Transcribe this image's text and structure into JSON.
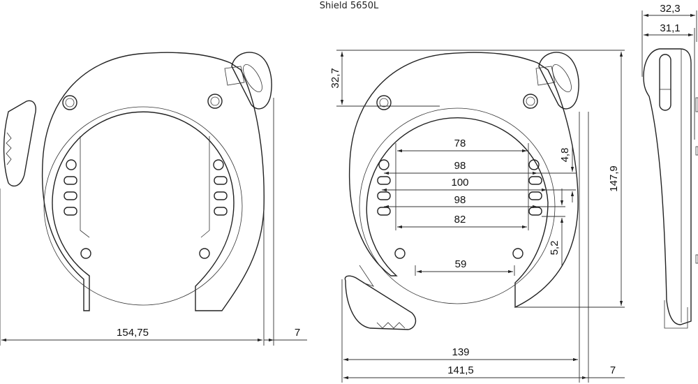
{
  "title": "Shield 5650L",
  "colors": {
    "line": "#222222",
    "background": "#ffffff"
  },
  "front_view": {
    "width_label": "154,75",
    "offset_label": "7"
  },
  "main_view": {
    "top_offset_label": "32,7",
    "height_label": "147,9",
    "inner_widths": [
      "78",
      "98",
      "100",
      "98",
      "82"
    ],
    "gap_label_top": "4,8",
    "gap_label_bottom": "5,2",
    "opening_label": "59",
    "width_label": "139",
    "overall_width_label": "141,5",
    "offset_label": "7"
  },
  "side_view": {
    "depth_label": "32,3",
    "body_depth_label": "31,1"
  }
}
